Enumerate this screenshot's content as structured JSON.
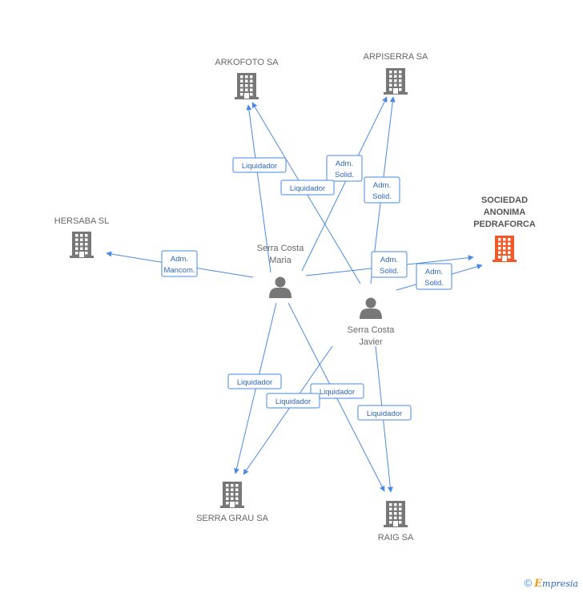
{
  "companies": [
    {
      "id": "arkofoto",
      "label": [
        "ARKOFOTO SA"
      ],
      "focus": false
    },
    {
      "id": "arpiserra",
      "label": [
        "ARPISERRA SA"
      ],
      "focus": false
    },
    {
      "id": "hersaba",
      "label": [
        "HERSABA SL"
      ],
      "focus": false
    },
    {
      "id": "pedraforca",
      "label": [
        "SOCIEDAD",
        "ANONIMA",
        "PEDRAFORCA"
      ],
      "focus": true
    },
    {
      "id": "serragrau",
      "label": [
        "SERRA GRAU SA"
      ],
      "focus": false
    },
    {
      "id": "raig",
      "label": [
        "RAIG SA"
      ],
      "focus": false
    }
  ],
  "people": [
    {
      "id": "maria",
      "label": [
        "Serra Costa",
        "Maria"
      ]
    },
    {
      "id": "javier",
      "label": [
        "Serra Costa",
        "Javier"
      ]
    }
  ],
  "edges": [
    {
      "from": "maria",
      "to": "arkofoto",
      "label": [
        "Liquidador"
      ]
    },
    {
      "from": "maria",
      "to": "arpiserra",
      "label": [
        "Adm.",
        "Solid."
      ]
    },
    {
      "from": "maria",
      "to": "hersaba",
      "label": [
        "Adm.",
        "Mancom."
      ]
    },
    {
      "from": "maria",
      "to": "pedraforca",
      "label": [
        "Adm.",
        "Solid."
      ]
    },
    {
      "from": "maria",
      "to": "serragrau",
      "label": [
        "Liquidador"
      ]
    },
    {
      "from": "maria",
      "to": "raig",
      "label": [
        "Liquidador"
      ]
    },
    {
      "from": "javier",
      "to": "arkofoto",
      "label": [
        "Liquidador"
      ]
    },
    {
      "from": "javier",
      "to": "arpiserra",
      "label": [
        "Adm.",
        "Solid."
      ]
    },
    {
      "from": "javier",
      "to": "pedraforca",
      "label": [
        "Adm.",
        "Solid."
      ]
    },
    {
      "from": "javier",
      "to": "serragrau",
      "label": [
        "Liquidador"
      ]
    },
    {
      "from": "javier",
      "to": "raig",
      "label": [
        "Liquidador"
      ]
    }
  ],
  "colors": {
    "edge": "#4a8ae0",
    "building": "#777777",
    "focus_building": "#f05a28",
    "person": "#777777"
  },
  "footer": {
    "copyright": "©",
    "brand_initial": "E",
    "brand_rest": "mpresia"
  }
}
